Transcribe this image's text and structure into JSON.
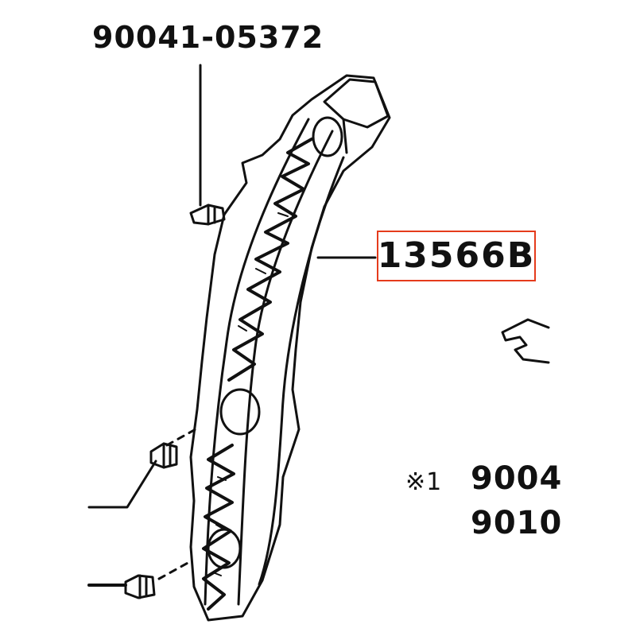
{
  "labels": {
    "top_part_number": "90041-05372",
    "highlighted_part_number": "13566B",
    "note_marker": "※1",
    "right_part_number_1": "9004",
    "right_part_number_2": "9010"
  },
  "colors": {
    "line": "#111111",
    "highlight_border": "#e53b1c",
    "background": "#ffffff"
  },
  "icons": [
    "bolt-icon",
    "bolt-icon",
    "bolt-icon"
  ]
}
